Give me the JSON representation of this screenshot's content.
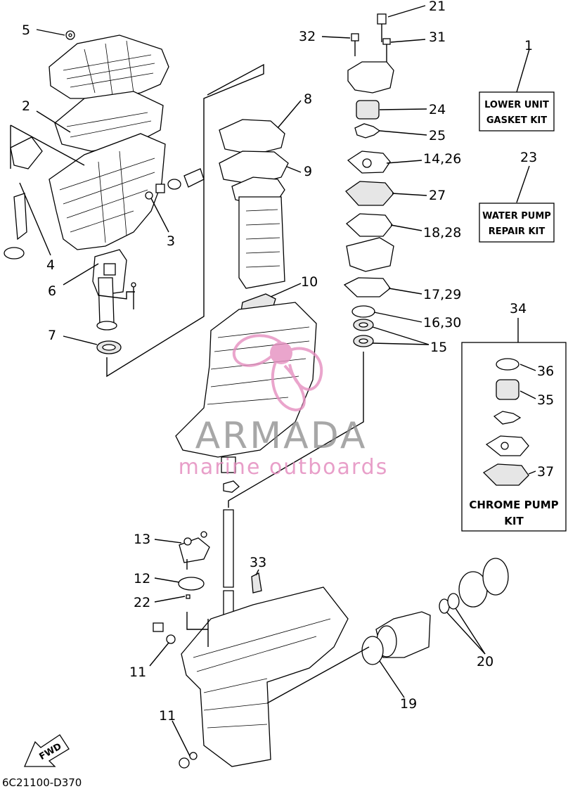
{
  "callouts": [
    {
      "id": "c1",
      "text": "1"
    },
    {
      "id": "c2",
      "text": "2"
    },
    {
      "id": "c3",
      "text": "3"
    },
    {
      "id": "c4",
      "text": "4"
    },
    {
      "id": "c5",
      "text": "5"
    },
    {
      "id": "c6",
      "text": "6"
    },
    {
      "id": "c7",
      "text": "7"
    },
    {
      "id": "c8",
      "text": "8"
    },
    {
      "id": "c9",
      "text": "9"
    },
    {
      "id": "c10",
      "text": "10"
    },
    {
      "id": "c11a",
      "text": "11"
    },
    {
      "id": "c11b",
      "text": "11"
    },
    {
      "id": "c12",
      "text": "12"
    },
    {
      "id": "c13",
      "text": "13"
    },
    {
      "id": "c14",
      "text": "14,26"
    },
    {
      "id": "c15",
      "text": "15"
    },
    {
      "id": "c16",
      "text": "16,30"
    },
    {
      "id": "c17",
      "text": "17,29"
    },
    {
      "id": "c18",
      "text": "18,28"
    },
    {
      "id": "c19",
      "text": "19"
    },
    {
      "id": "c20",
      "text": "20"
    },
    {
      "id": "c21",
      "text": "21"
    },
    {
      "id": "c22",
      "text": "22"
    },
    {
      "id": "c23",
      "text": "23"
    },
    {
      "id": "c24",
      "text": "24"
    },
    {
      "id": "c25",
      "text": "25"
    },
    {
      "id": "c27",
      "text": "27"
    },
    {
      "id": "c31",
      "text": "31"
    },
    {
      "id": "c32",
      "text": "32"
    },
    {
      "id": "c33",
      "text": "33"
    },
    {
      "id": "c34",
      "text": "34"
    },
    {
      "id": "c35",
      "text": "35"
    },
    {
      "id": "c36",
      "text": "36"
    },
    {
      "id": "c37",
      "text": "37"
    }
  ],
  "kits": {
    "gasket_line1": "LOWER UNIT",
    "gasket_line2": "GASKET KIT",
    "pump_line1": "WATER PUMP",
    "pump_line2": "REPAIR KIT",
    "chrome_line1": "CHROME PUMP",
    "chrome_line2": "KIT"
  },
  "diagram_code": "6C21100-D370",
  "fwd_label": "FWD",
  "watermark": {
    "brand": "ARMADA",
    "tagline": "marine outboards"
  },
  "colors": {
    "line": "#000000",
    "watermark_gray": "#8a8a8a",
    "watermark_pink": "#e58fc0"
  }
}
